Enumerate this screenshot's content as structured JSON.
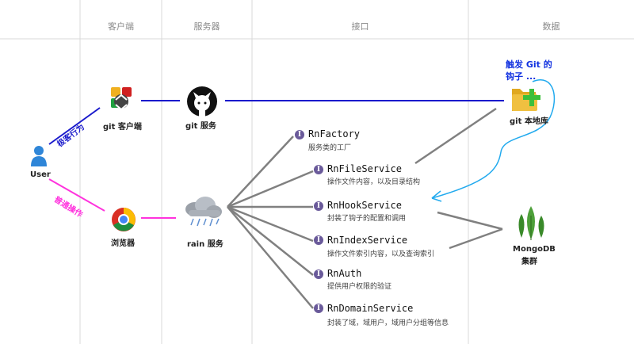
{
  "columns": [
    "客户端",
    "服务器",
    "接口",
    "数据"
  ],
  "nodes": {
    "user": "User",
    "git_client": "git 客户端",
    "git_service": "git 服务",
    "browser": "浏览器",
    "rain_service": "rain 服务",
    "git_local_repo": "git 本地库",
    "mongodb": "MongoDB",
    "mongodb_cluster": "集群"
  },
  "edges": {
    "geek": "极客行为",
    "normal": "普通操作"
  },
  "hook_note": [
    "触发 Git 的",
    "钩子 ..."
  ],
  "services": [
    {
      "name": "RnFactory",
      "desc": "服务类的工厂"
    },
    {
      "name": "RnFileService",
      "desc": "操作文件内容，以及目录结构"
    },
    {
      "name": "RnHookService",
      "desc": "封装了钩子的配置和调用"
    },
    {
      "name": "RnIndexService",
      "desc": "操作文件索引内容，以及查询索引"
    },
    {
      "name": "RnAuth",
      "desc": "提供用户权限的验证"
    },
    {
      "name": "RnDomainService",
      "desc": "封装了域，域用户，域用户分组等信息"
    }
  ],
  "colors": {
    "geek_line": "#1a1acc",
    "normal_line": "#ff33dd",
    "connector": "#808080",
    "hook_curve": "#22aaee",
    "hook_note": "#1030e0",
    "user_icon": "#2f86d8",
    "mongo_leaf": "#3a8a2a",
    "folder": "#f0c040"
  }
}
